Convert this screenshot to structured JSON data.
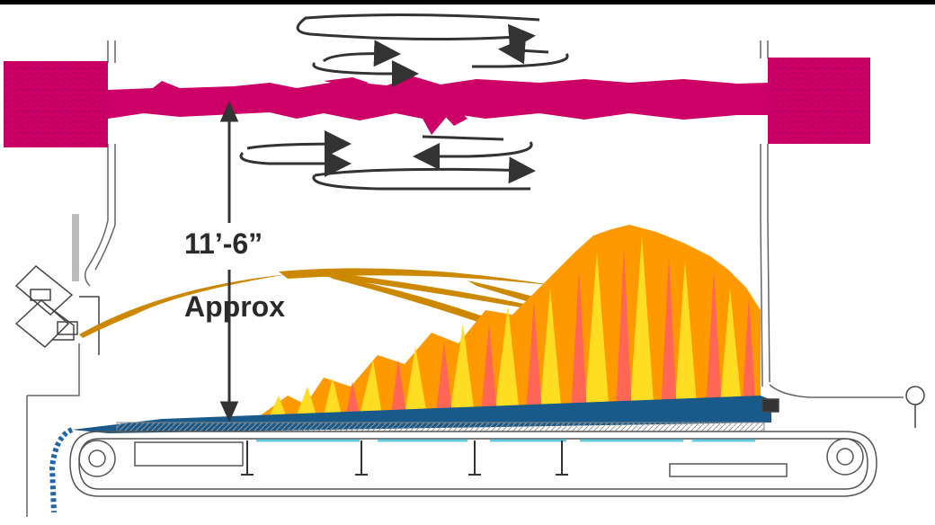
{
  "labels": {
    "height_value": "11’-6”",
    "height_qualifier": "Approx"
  },
  "colors": {
    "top_bar": "#000000",
    "air_jets": "#cc0066",
    "flame_orange": "#ff9900",
    "flame_yellow": "#ffdd22",
    "flame_red": "#ff6655",
    "fuel_feed": "#cc8800",
    "grate_belt": "#1a5a8a",
    "ash_discharge": "#2266aa",
    "structure_line": "#666666",
    "flow_arrows": "#333333",
    "tuyere_cyan": "#66ccdd"
  },
  "icons": {
    "air_inlet_left": "air-inlet-box",
    "air_inlet_right": "air-inlet-box",
    "swirl_arrows": "circulation-arrow",
    "dimension_marker": "double-headed-arrow"
  }
}
